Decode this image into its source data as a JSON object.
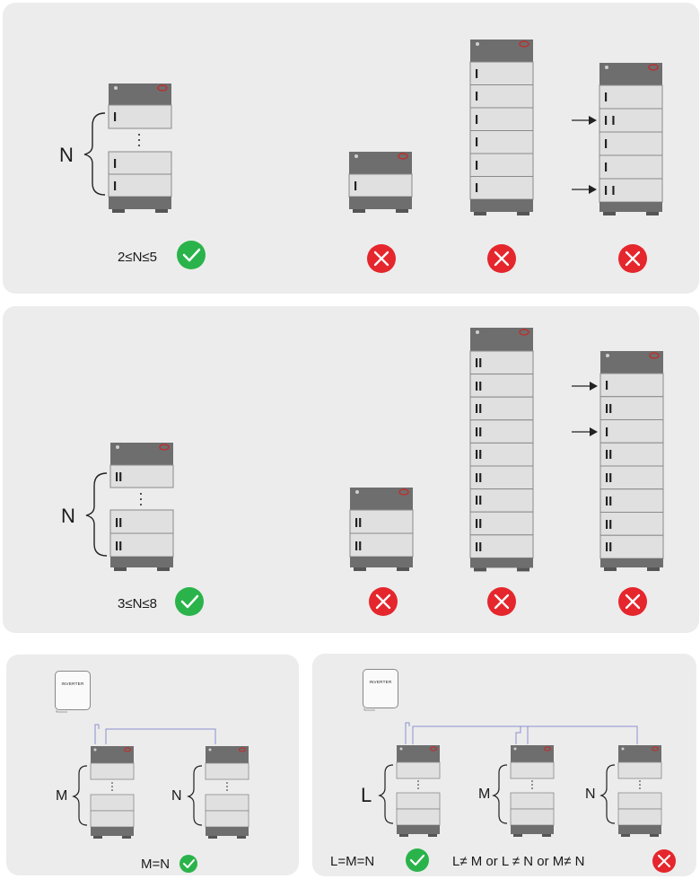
{
  "colors": {
    "panel_bg": "#ececec",
    "module_fill": "#e0e0e0",
    "module_stroke": "#8a8a8a",
    "top_cap": "#6e6e6e",
    "base": "#6e6e6e",
    "foot": "#555555",
    "logo": "#c62828",
    "check_green": "#2ab34a",
    "cross_red": "#e5262d",
    "wire": "#8b8fd1"
  },
  "icons": {
    "ok": "check-circle-icon",
    "bad": "cross-circle-icon",
    "arrow": "arrow-right-icon"
  },
  "panel1": {
    "n_label": "N",
    "condition": "2≤N≤5",
    "module_mark": "I",
    "wrong_mark": "I I"
  },
  "panel2": {
    "n_label": "N",
    "condition": "3≤N≤8",
    "module_mark": "II",
    "wrong_mark": "I"
  },
  "panel3": {
    "inverter_label": "INVERTER",
    "m_label": "M",
    "n_label": "N",
    "condition": "M=N"
  },
  "panel4": {
    "inverter_label": "INVERTER",
    "l_label": "L",
    "m_label": "M",
    "n_label": "N",
    "condition_ok": "L=M=N",
    "condition_bad": "L≠ M or L ≠ N or M≠ N"
  }
}
